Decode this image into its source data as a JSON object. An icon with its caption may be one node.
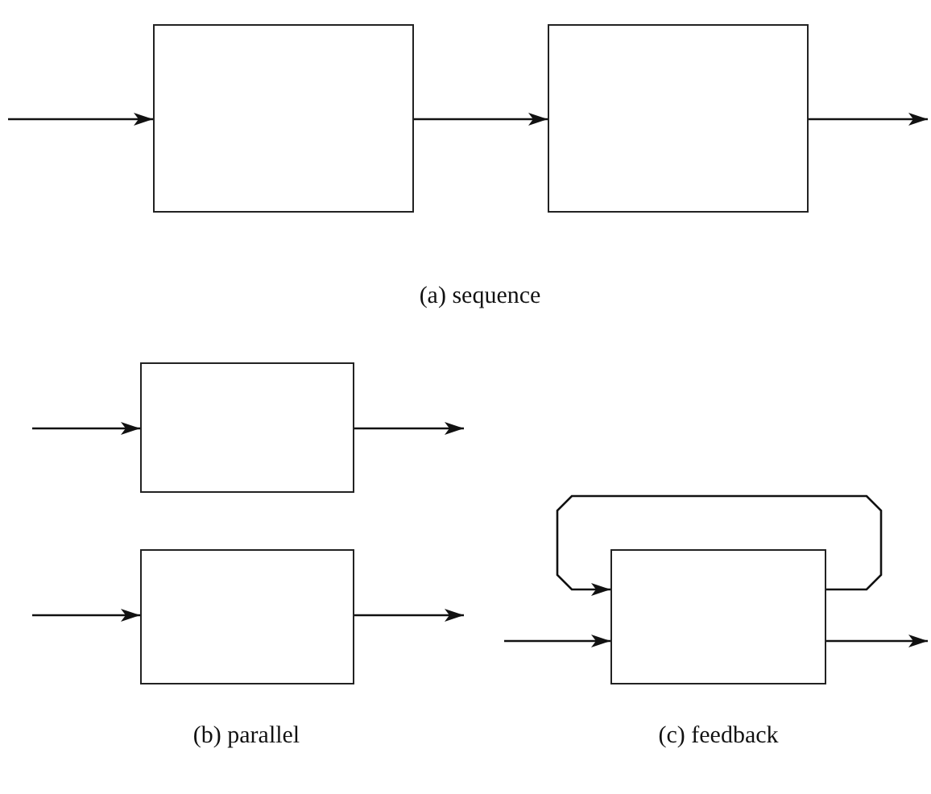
{
  "diagram": {
    "nodes": [
      {
        "text": [],
        "shape": "box"
      },
      {
        "text": [],
        "shape": "box"
      },
      {
        "text": [],
        "shape": "box"
      },
      {
        "text": [],
        "shape": "box"
      },
      {
        "text": [],
        "shape": "box"
      }
    ],
    "edges": [
      {
        "from": null,
        "to": 0,
        "arrow": "to"
      },
      {
        "from": 0,
        "to": 1,
        "arrow": "to"
      },
      {
        "from": 1,
        "to": null,
        "arrow": "to"
      },
      {
        "from": null,
        "to": 2,
        "arrow": "to"
      },
      {
        "from": 2,
        "to": null,
        "arrow": "to"
      },
      {
        "from": null,
        "to": 3,
        "arrow": "to"
      },
      {
        "from": 3,
        "to": null,
        "arrow": "to"
      },
      {
        "from": null,
        "to": 4,
        "arrow": "to"
      },
      {
        "from": 4,
        "to": null,
        "arrow": "to"
      },
      {
        "from": 4,
        "to": 4,
        "arrow": "to"
      }
    ],
    "labels": [
      "(a) sequence",
      "(b) parallel",
      "(c) feedback"
    ]
  }
}
